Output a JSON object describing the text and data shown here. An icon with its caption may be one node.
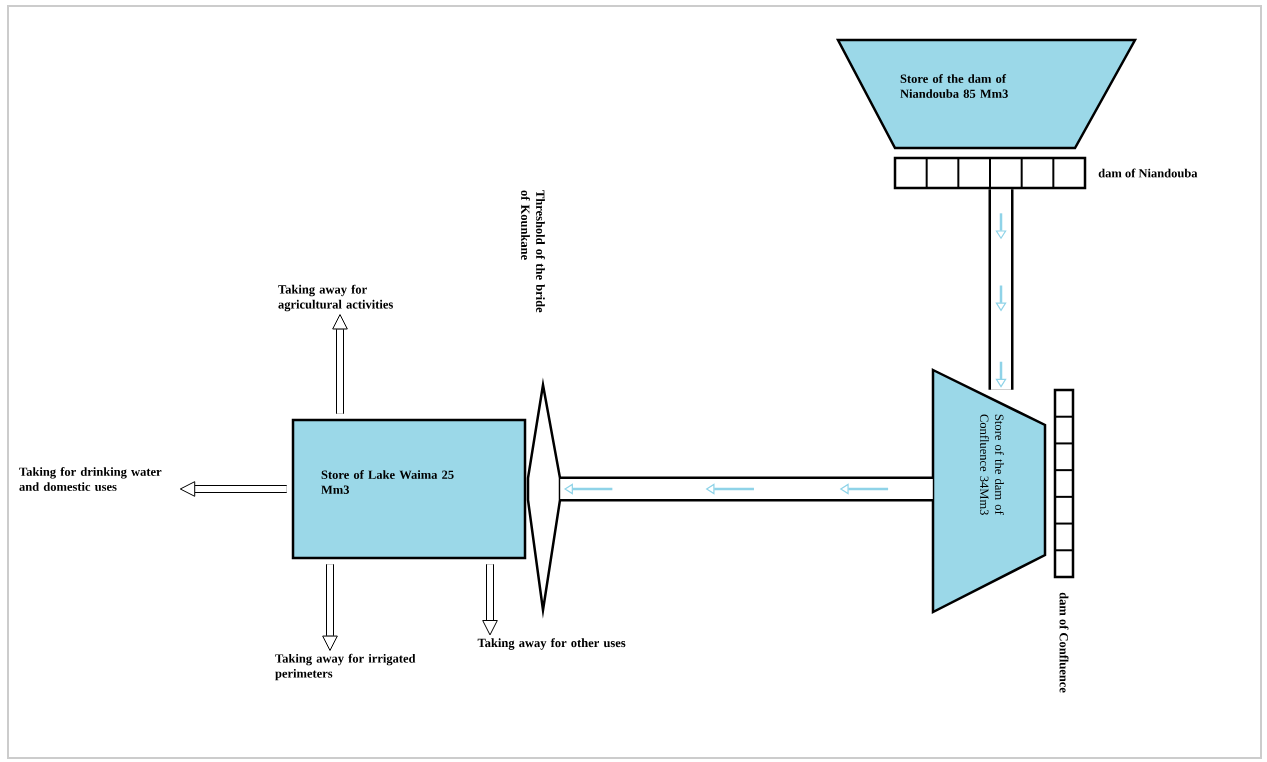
{
  "diagram": {
    "nodes": [
      {
        "text": [
          "Store of the dam of Niandouba 85 Mm3"
        ]
      },
      {
        "text": [],
        "shape": "bar",
        "beside": [
          "dam of Niandouba"
        ]
      },
      {
        "text": [
          "Store of the dam of Confluence 34Mm3"
        ]
      },
      {
        "text": [],
        "shape": "bar",
        "beside": [
          "dam of Confluence"
        ]
      },
      {
        "text": [],
        "shape": "diamond"
      },
      {
        "text": [
          "Store of Lake Waima 25 Mm3"
        ]
      },
      {
        "text": [
          "Taking away for agricultural activities"
        ]
      },
      {
        "text": [
          "Taking for drinking water and domestic uses"
        ]
      },
      {
        "text": [
          "Taking away for irrigated perimeters"
        ]
      },
      {
        "text": [
          "Taking away for other uses"
        ]
      }
    ],
    "edges": [
      {
        "from": 1,
        "to": 2,
        "arrow": "to",
        "style": "thick"
      },
      {
        "from": 2,
        "to": 4,
        "arrow": "to",
        "style": "thick"
      },
      {
        "from": 5,
        "to": 6,
        "arrow": "to"
      },
      {
        "from": 5,
        "to": 7,
        "arrow": "to"
      },
      {
        "from": 5,
        "to": 8,
        "arrow": "to"
      },
      {
        "from": 5,
        "to": 9,
        "arrow": "to"
      }
    ],
    "labels": [
      "Threshold of the bride of Kounkane"
    ]
  }
}
